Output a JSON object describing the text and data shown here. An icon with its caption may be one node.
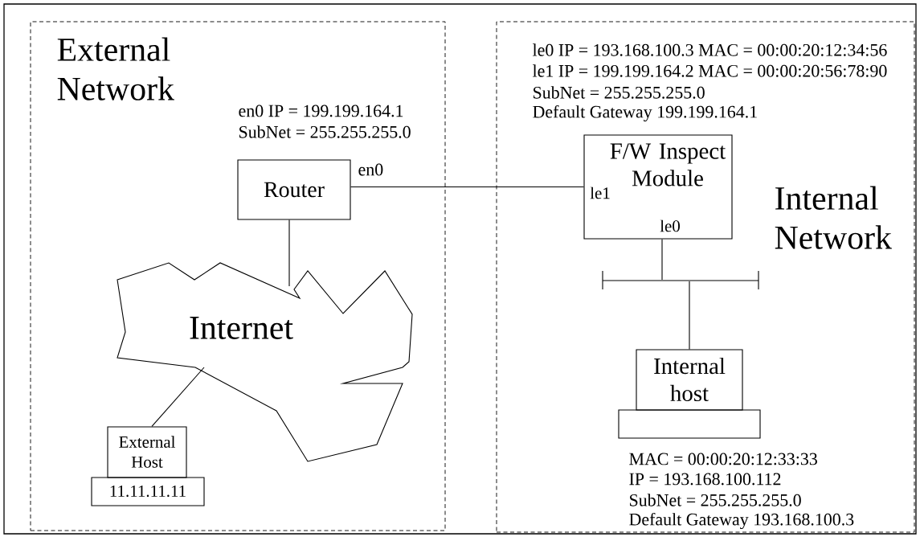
{
  "diagram": {
    "nodes": [
      {
        "text": [
          "External Network"
        ]
      },
      {
        "text": [
          "Router"
        ],
        "in": 0,
        "beside": [
          "en0 IP = 199.199.164.1",
          "SubNet = 255.255.255.0",
          "en0"
        ]
      },
      {
        "text": [
          "Internet"
        ],
        "in": 0
      },
      {
        "text": [
          "External Host"
        ],
        "in": 0
      },
      {
        "text": [
          "11.11.11.11"
        ],
        "in": 0
      },
      {
        "text": [
          "Internal Network"
        ]
      },
      {
        "text": [
          "F/W Inspect Module",
          "le1",
          "le0"
        ],
        "in": 5,
        "beside": [
          "le0 IP = 193.168.100.3 MAC = 00:00:20:12:34:56",
          "le1 IP = 199.199.164.2 MAC = 00:00:20:56:78:90",
          "SubNet = 255.255.255.0",
          "Default Gateway 199.199.164.1"
        ]
      },
      {
        "text": [],
        "shape": "bar",
        "in": 5
      },
      {
        "text": [
          "Internal host"
        ],
        "in": 5,
        "beside": [
          "MAC = 00:00:20:12:33:33",
          "IP = 193.168.100.112",
          "SubNet = 255.255.255.0",
          "Default Gateway 193.168.100.3"
        ]
      },
      {
        "text": [],
        "shape": "box",
        "in": 5
      }
    ],
    "edges": [
      {
        "from": 1,
        "to": 6,
        "arrow": "none"
      },
      {
        "from": 1,
        "to": 2,
        "arrow": "none"
      },
      {
        "from": 3,
        "to": 2,
        "arrow": "none"
      },
      {
        "from": 6,
        "to": 7,
        "arrow": "none"
      },
      {
        "from": 7,
        "to": 8,
        "arrow": "none"
      }
    ]
  }
}
